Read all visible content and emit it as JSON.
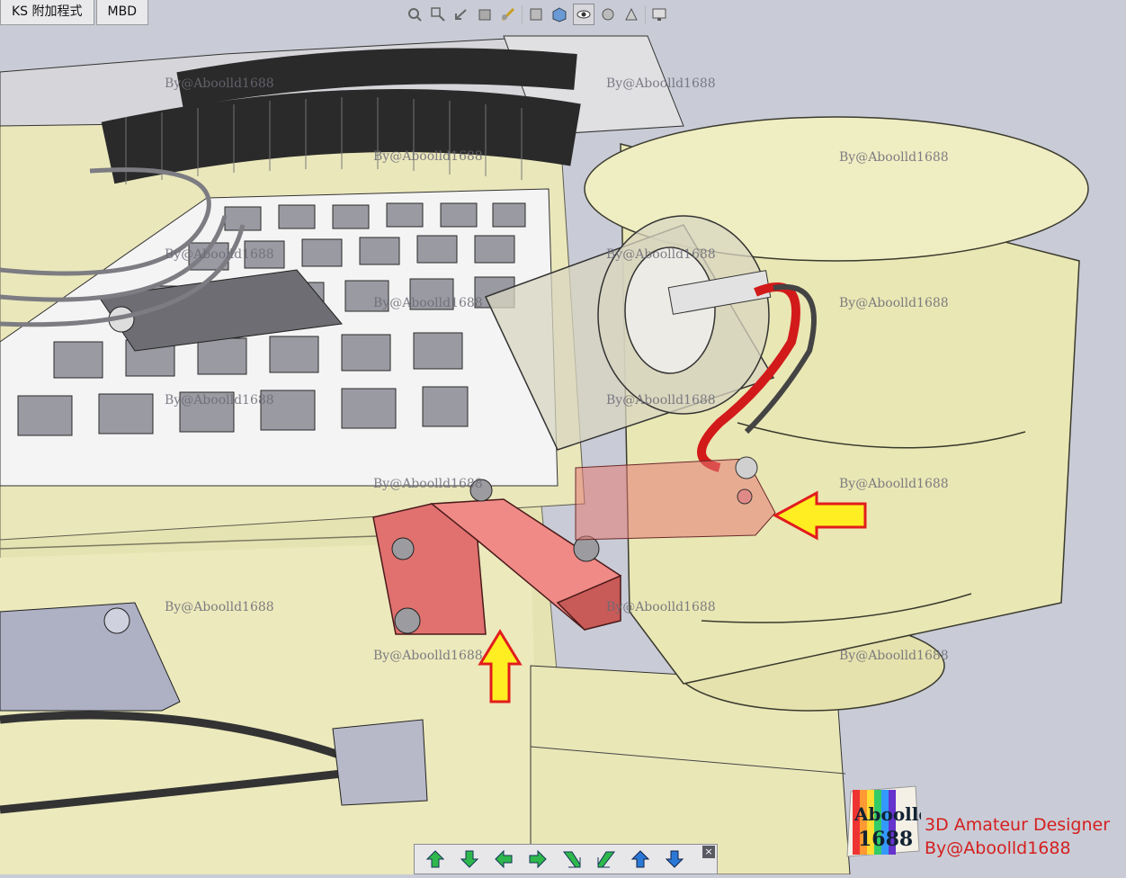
{
  "tabs": [
    {
      "label": "KS 附加程式"
    },
    {
      "label": "MBD"
    }
  ],
  "toolbar": {
    "icons": [
      "zoom-to-fit-icon",
      "zoom-to-area-icon",
      "previous-view-icon",
      "section-view-icon",
      "dynamic-annotation-icon",
      "view-orientation-icon",
      "display-style-icon",
      "hide-show-items-icon",
      "edit-appearance-icon",
      "apply-scene-icon",
      "view-settings-icon"
    ]
  },
  "watermark_text": "By@Aboolld1688",
  "brand": {
    "logo_text_top": "Aboolld",
    "logo_text_bottom": "1688",
    "line1": "3D Amateur Designer",
    "line2": "By@Aboolld1688",
    "color": "#d42020"
  },
  "navigation": {
    "buttons": [
      "move-up-icon",
      "move-down-icon",
      "move-left-icon",
      "move-right-icon",
      "rotate-cw-icon",
      "rotate-ccw-icon",
      "select-next-up-icon",
      "select-next-down-icon"
    ],
    "close_label": "×"
  },
  "colors": {
    "background": "#c9ccd6",
    "housing": "#e9e7b4",
    "bracket": "#e0716f",
    "arrow_fill": "#ffee22",
    "arrow_stroke": "#e21c1c"
  }
}
